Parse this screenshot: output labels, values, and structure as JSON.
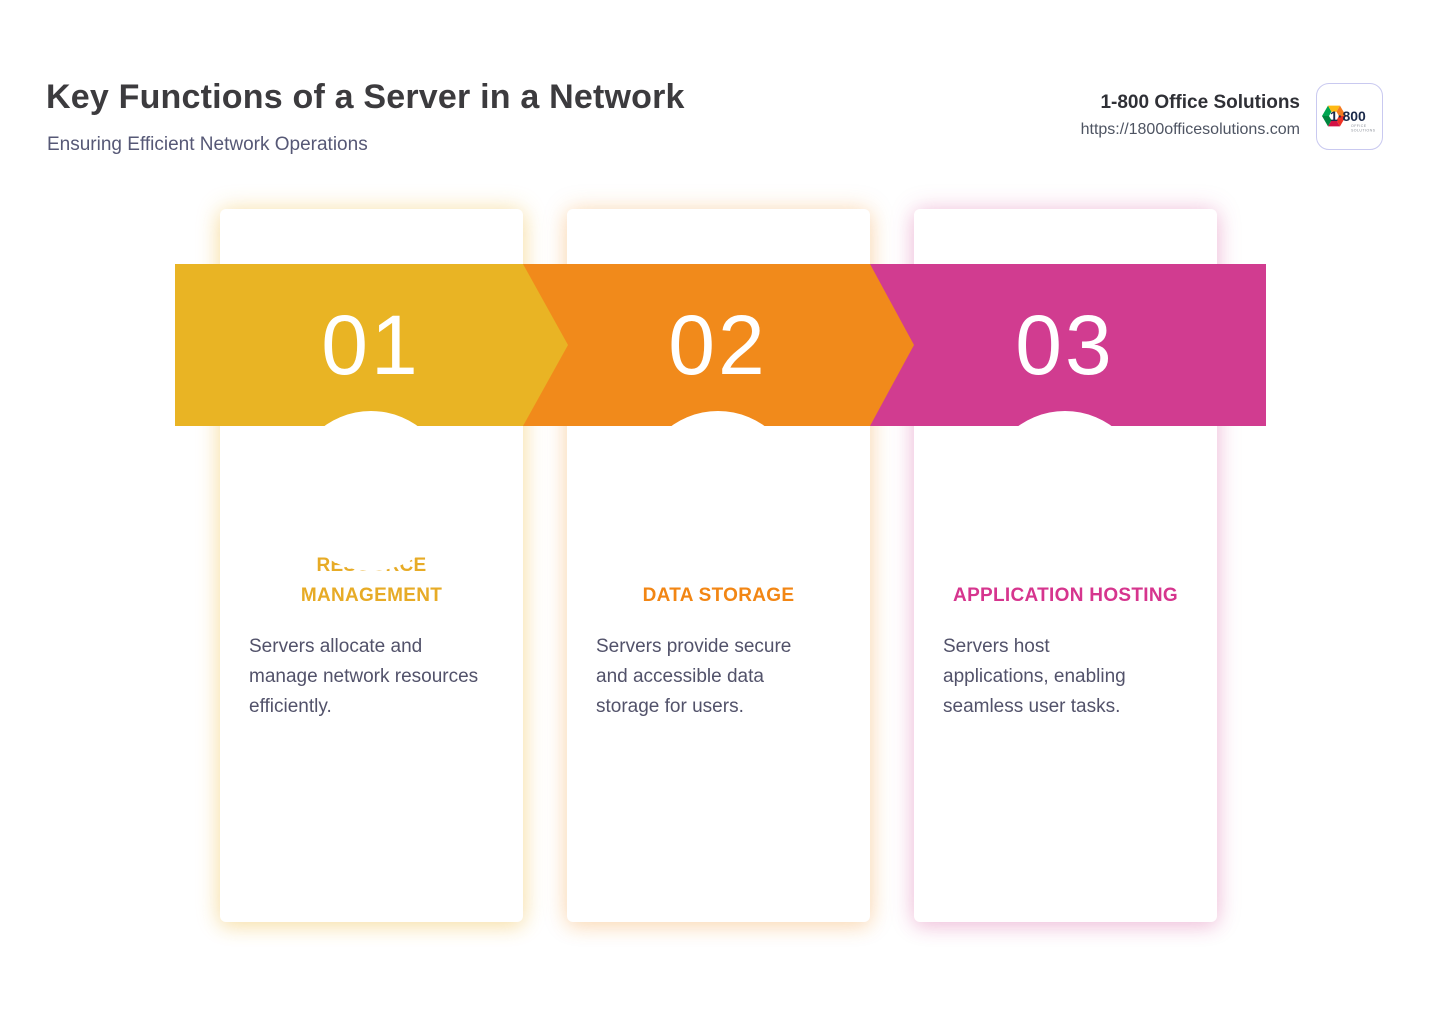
{
  "header": {
    "title": "Key Functions of a Server in a Network",
    "subtitle": "Ensuring Efficient Network Operations"
  },
  "brand": {
    "name": "1-800 Office Solutions",
    "url": "https://1800officesolutions.com",
    "logo_number": "1·800",
    "logo_caption_line1": "OFFICE",
    "logo_caption_line2": "SOLUTIONS"
  },
  "steps": [
    {
      "number": "01",
      "title": "RESOURCE MANAGEMENT",
      "title_lines": [
        "RESOURCE",
        "MANAGEMENT"
      ],
      "description": "Servers allocate and manage network resources efficiently.",
      "description_lines": [
        "Servers allocate and",
        "manage network resources",
        "efficiently."
      ],
      "icon": "wrench-icon",
      "accent_color": "#e9b424",
      "title_color": "#e7ab26"
    },
    {
      "number": "02",
      "title": "DATA STORAGE",
      "description": "Servers provide secure and accessible data storage for users.",
      "description_lines": [
        "Servers provide secure",
        "and accessible data",
        "storage for users."
      ],
      "icon": "floppy-disk-icon",
      "accent_color": "#f18a1b",
      "title_color": "#f28614"
    },
    {
      "number": "03",
      "title": "APPLICATION HOSTING",
      "description": "Servers host applications, enabling seamless user tasks.",
      "description_lines": [
        "Servers host",
        "applications, enabling",
        "seamless user tasks."
      ],
      "icon": "desktop-computer-icon",
      "accent_color": "#d13c90",
      "title_color": "#d6358e"
    }
  ]
}
